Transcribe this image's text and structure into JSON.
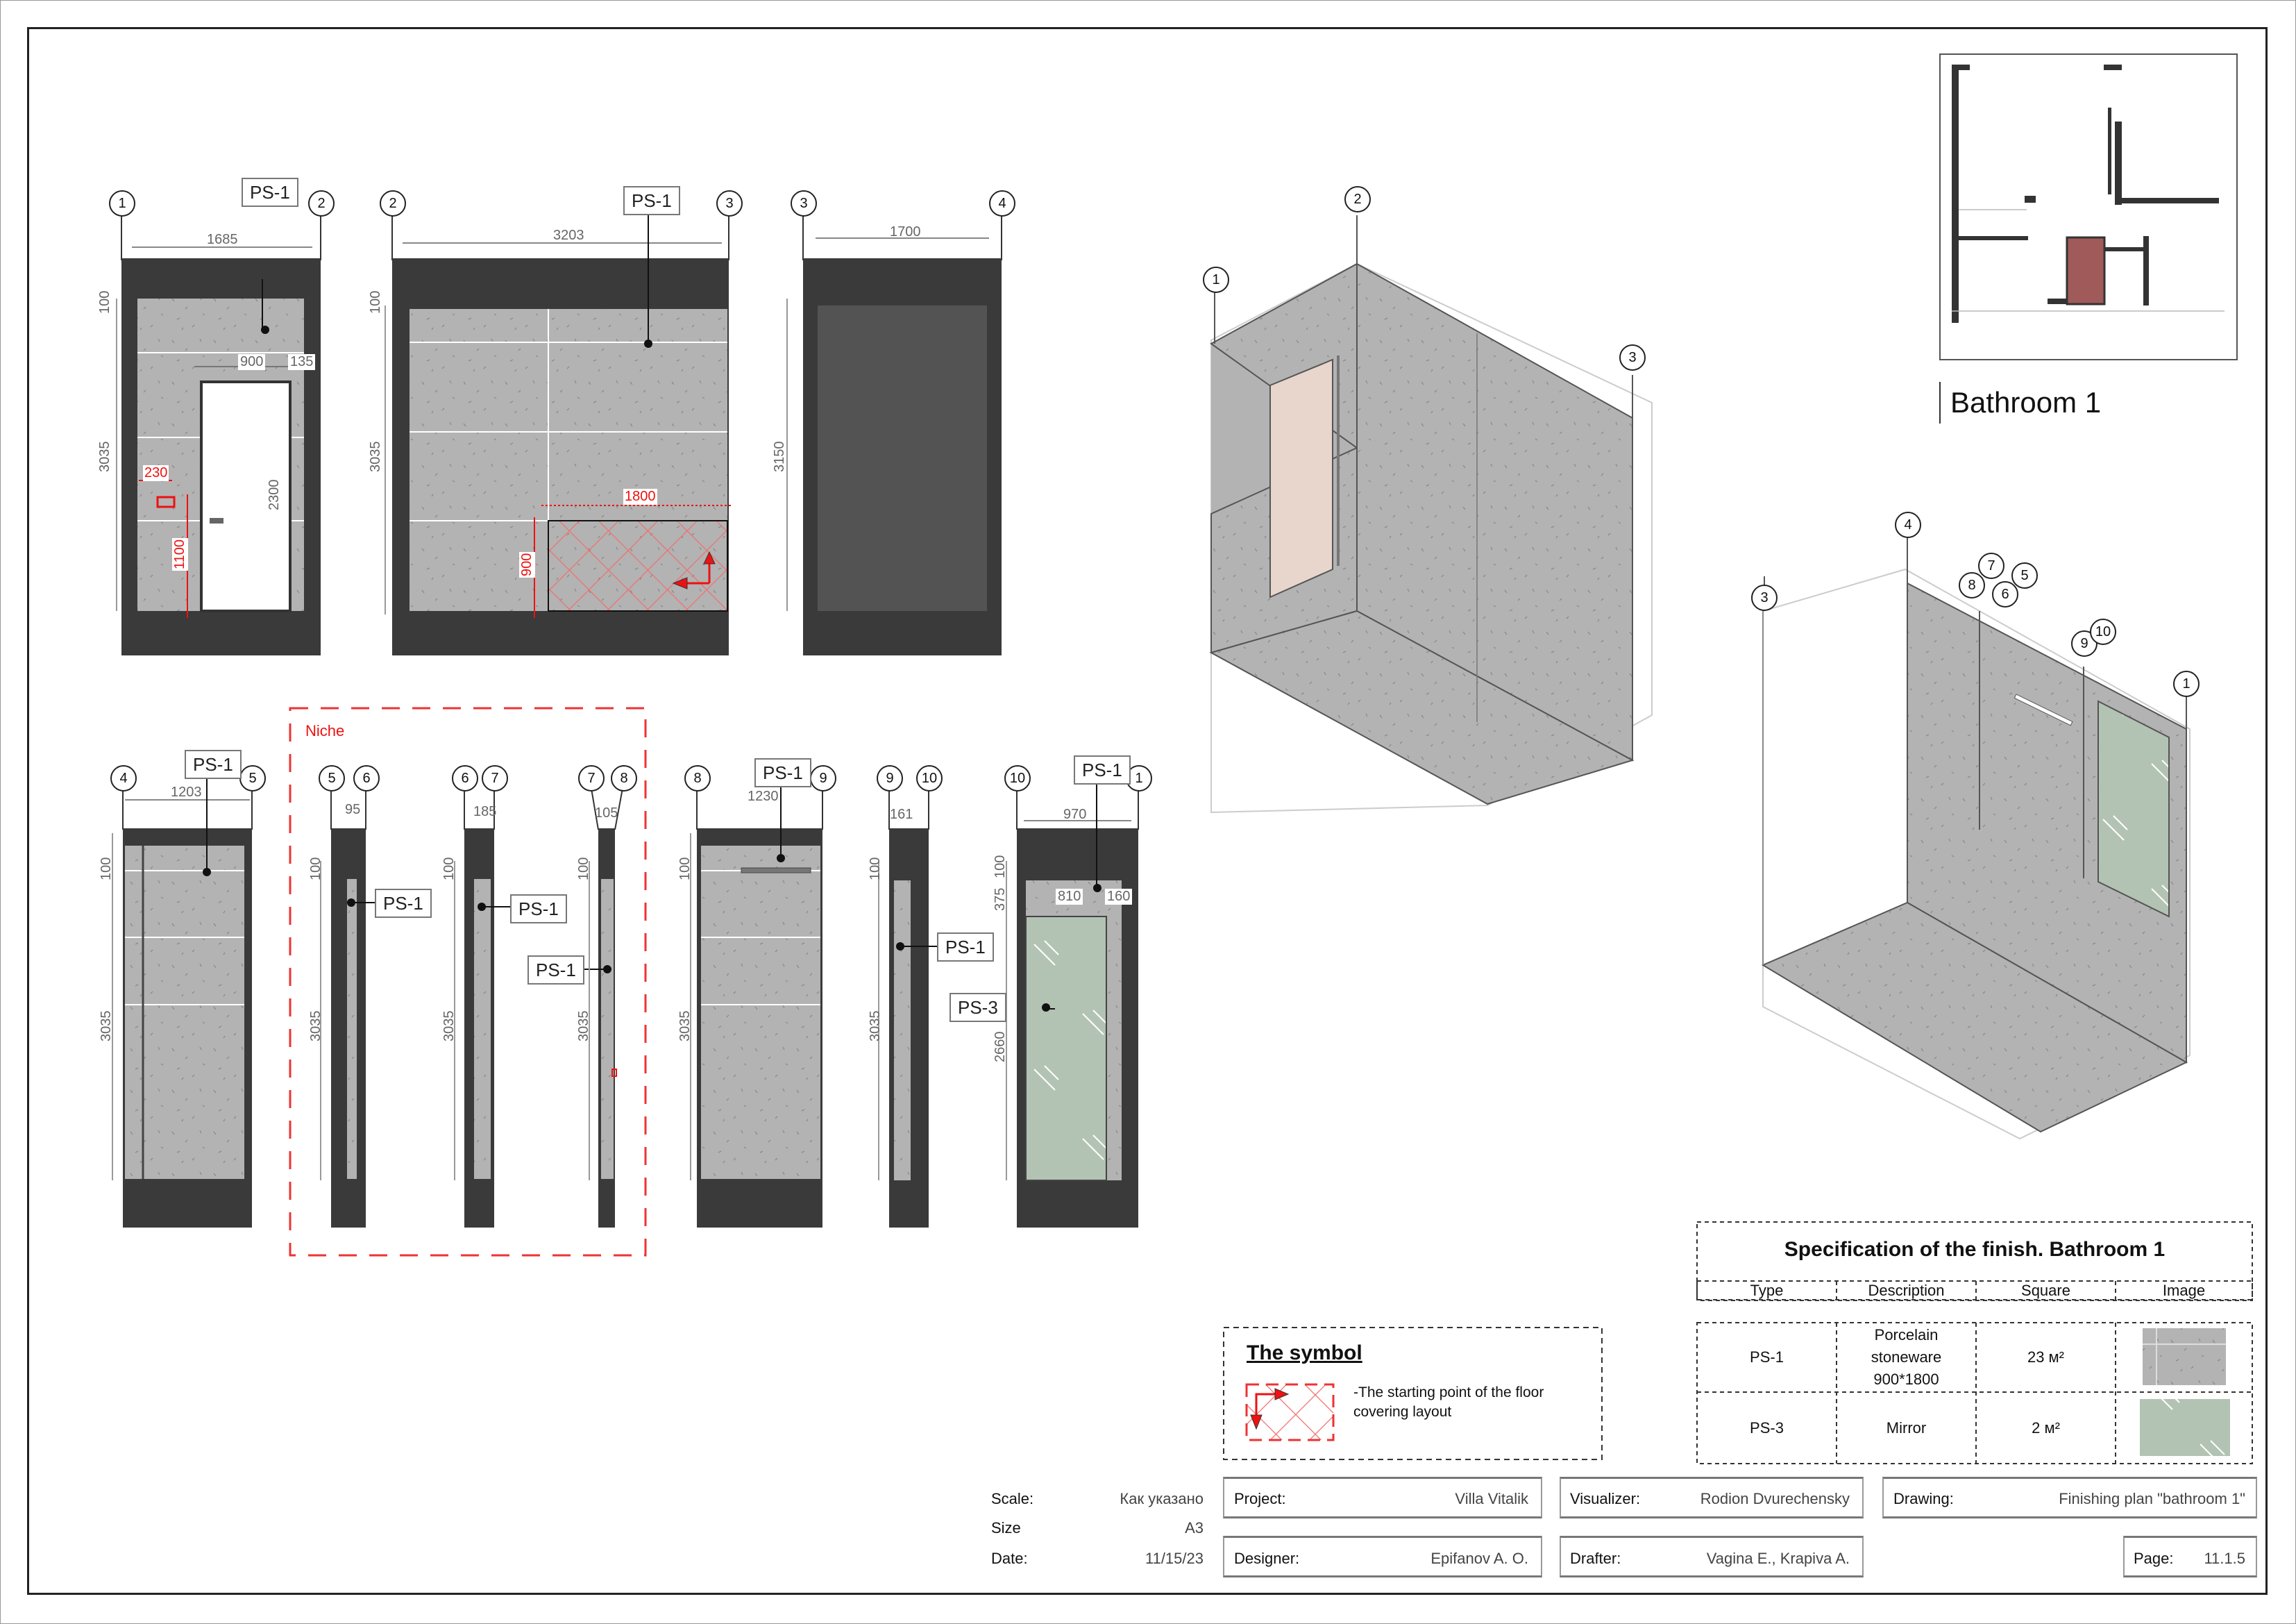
{
  "sheet": {
    "room_title": "Bathroom 1",
    "niche_label": "Niche"
  },
  "elevations": {
    "e1": {
      "axes": [
        "1",
        "2"
      ],
      "tag": "PS-1",
      "width": "1685",
      "top_offset": "100",
      "height": "3035",
      "door_width": "900",
      "door_side": "135",
      "door_height": "2300",
      "socket_offset": "230",
      "socket_height": "1100"
    },
    "e2": {
      "axes": [
        "2",
        "3"
      ],
      "tag": "PS-1",
      "width": "3203",
      "top_offset": "100",
      "height": "3035",
      "layout_width": "1800",
      "layout_height": "900"
    },
    "e3": {
      "axes": [
        "3",
        "4"
      ],
      "width": "1700",
      "height": "3150"
    },
    "e4": {
      "axes": [
        "4",
        "5"
      ],
      "tag": "PS-1",
      "width": "1203",
      "top_offset": "100",
      "height": "3035"
    },
    "e5": {
      "axes": [
        "5",
        "6"
      ],
      "tag": "PS-1",
      "width": "95",
      "top_offset": "100",
      "height": "3035"
    },
    "e6": {
      "axes": [
        "6",
        "7"
      ],
      "tag": "PS-1",
      "width": "185",
      "top_offset": "100",
      "height": "3035"
    },
    "e7": {
      "axes": [
        "7",
        "8"
      ],
      "tag": "PS-1",
      "width": "105",
      "top_offset": "100",
      "height": "3035"
    },
    "e8": {
      "axes": [
        "8",
        "9"
      ],
      "tag": "PS-1",
      "width": "1230",
      "top_offset": "100",
      "height": "3035"
    },
    "e9": {
      "axes": [
        "9",
        "10"
      ],
      "tag": "PS-1",
      "width": "161",
      "top_offset": "100",
      "height": "3035"
    },
    "e10": {
      "axes": [
        "10",
        "1"
      ],
      "tag_top": "PS-1",
      "tag_mirror": "PS-3",
      "width": "970",
      "top_offset": "100",
      "mirror_top": "375",
      "mirror_height": "2660",
      "mirror_width": "810",
      "mirror_side": "160"
    }
  },
  "isometric": {
    "iso1_axes": [
      "1",
      "2",
      "3"
    ],
    "iso2_axes": [
      "3",
      "4",
      "8",
      "7",
      "6",
      "5",
      "9",
      "10",
      "1"
    ]
  },
  "legend": {
    "title": "The symbol",
    "text_line1": "-The starting point of the floor",
    "text_line2": "covering layout"
  },
  "spec_table": {
    "title": "Specification of the finish. Bathroom 1",
    "headers": [
      "Type",
      "Description",
      "Square",
      "Image"
    ],
    "rows": [
      {
        "type": "PS-1",
        "desc_line1": "Porcelain",
        "desc_line2": "stoneware",
        "desc_line3": "900*1800",
        "square": "23 м²",
        "swatch_color": "#b3b3b3"
      },
      {
        "type": "PS-3",
        "desc_line1": "Mirror",
        "square": "2 м²",
        "swatch_color": "#b3c3b3"
      }
    ]
  },
  "title_block": {
    "scale_label": "Scale:",
    "scale_value": "Как указано",
    "size_label": "Size",
    "size_value": "A3",
    "date_label": "Date:",
    "date_value": "11/15/23",
    "project_label": "Project:",
    "project_value": "Villa Vitalik",
    "visualizer_label": "Visualizer:",
    "visualizer_value": "Rodion Dvurechensky",
    "drawing_label": "Drawing:",
    "drawing_value": "Finishing plan \"bathroom 1\"",
    "designer_label": "Designer:",
    "designer_value": "Epifanov A. O.",
    "drafter_label": "Drafter:",
    "drafter_value": "Vagina E., Krapiva A.",
    "page_label": "Page:",
    "page_value": "11.1.5"
  },
  "colors": {
    "wall_dark": "#3a3a3a",
    "tile_gray": "#b3b3b3",
    "mirror_green": "#b3c3b3",
    "highlight_red": "#a05a5a",
    "annotation_red": "#ee1111",
    "door_beige": "#e8d6cc"
  }
}
